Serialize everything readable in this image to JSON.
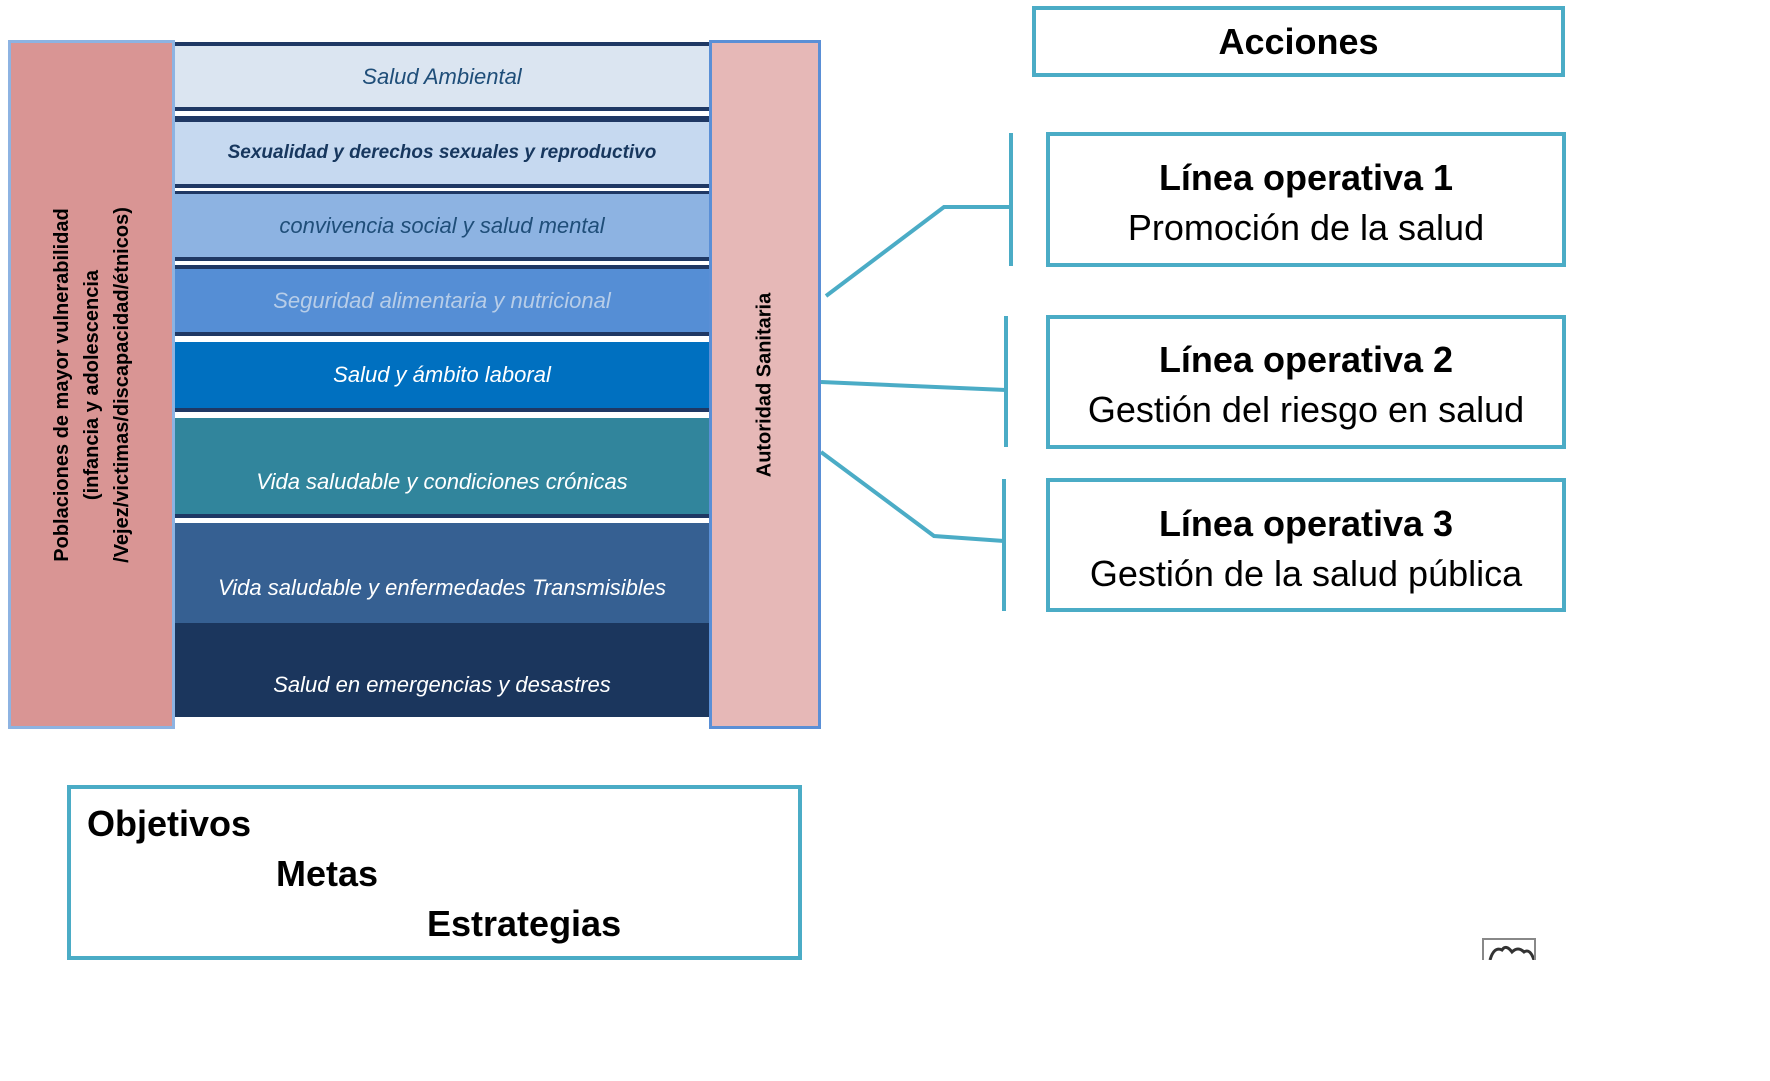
{
  "left_bar": {
    "lines": [
      "Poblaciones de mayor vulnerabilidad",
      "(infancia y adolescencia",
      "/Vejez/victimas/discapacidad/étnicos)"
    ]
  },
  "right_bar": {
    "label": "Autoridad Sanitaria"
  },
  "dimensions": [
    {
      "label": "Salud Ambiental",
      "bg": "#dbe5f1",
      "color": "#1f4e79"
    },
    {
      "label": "Sexualidad y derechos sexuales y reproductivo",
      "bg": "#c6d9f0",
      "color": "#17375e"
    },
    {
      "label": "convivencia social y salud mental",
      "bg": "#8db3e2",
      "color": "#1f4e79"
    },
    {
      "label": "Seguridad alimentaria y nutricional",
      "bg": "#558ed5",
      "color": "#b7cde8"
    },
    {
      "label": "Salud y ámbito laboral",
      "bg": "#0070c0",
      "color": "#ffffff"
    },
    {
      "label": "Vida saludable y condiciones crónicas",
      "bg": "#31859c",
      "color": "#ffffff"
    },
    {
      "label": "Vida saludable y enfermedades  Transmisibles",
      "bg": "#366092",
      "color": "#ffffff"
    },
    {
      "label": "Salud en emergencias y desastres",
      "bg": "#1b365d",
      "color": "#ffffff"
    }
  ],
  "acciones": {
    "title": "Acciones"
  },
  "lineas": [
    {
      "title": "Línea operativa 1",
      "subtitle": "Promoción de la salud"
    },
    {
      "title": "Línea operativa 2",
      "subtitle": "Gestión del riesgo en salud"
    },
    {
      "title": "Línea operativa 3",
      "subtitle": "Gestión de la salud pública"
    }
  ],
  "objetivos": {
    "line1": "Objetivos",
    "line2": "Metas",
    "line3": "Estrategias"
  },
  "colors": {
    "connector": "#4bacc6",
    "band_separator": "#1f3864"
  }
}
